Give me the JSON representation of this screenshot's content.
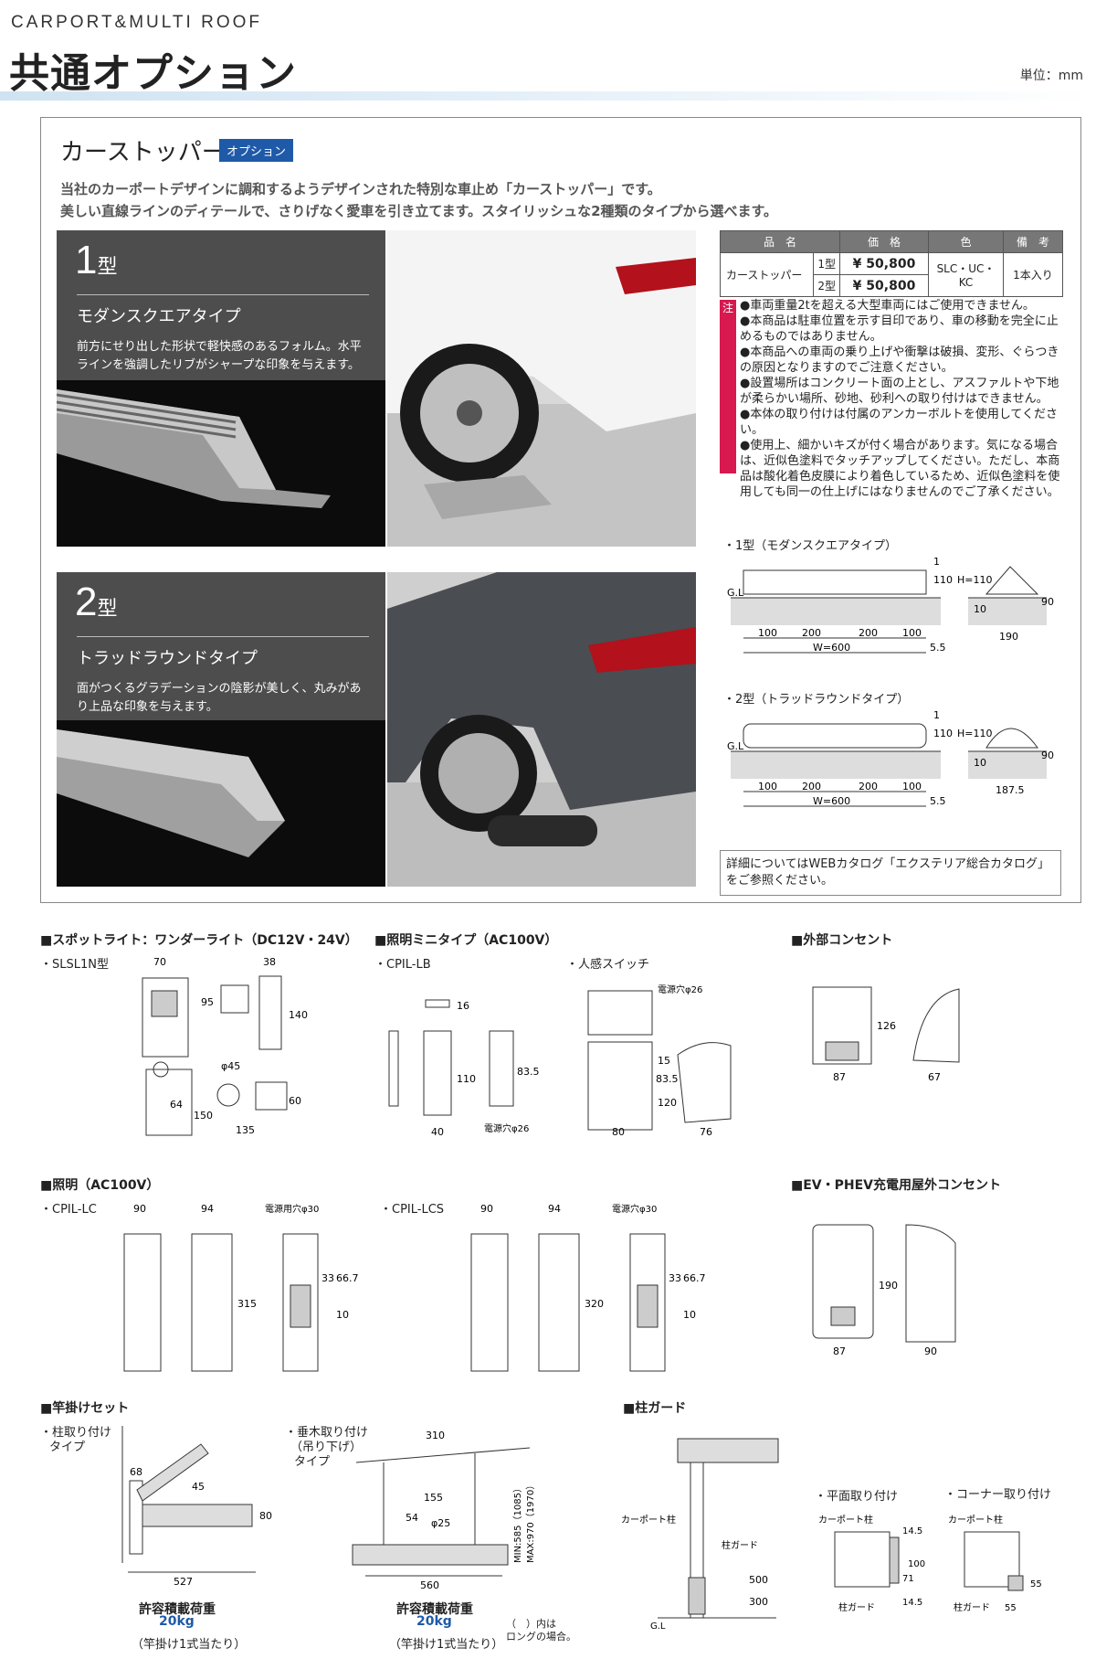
{
  "header": {
    "brand": "CARPORT&MULTI ROOF",
    "title": "共通オプション",
    "unit": "単位：mm"
  },
  "car_stopper": {
    "title": "カーストッパー",
    "badge": "オプション",
    "intro1": "当社のカーポートデザインに調和するようデザインされた特別な車止め「カーストッパー」です。",
    "intro2": "美しい直線ラインのディテールで、さりげなく愛車を引き立てます。スタイリッシュな2種類のタイプから選べます。",
    "type1": {
      "no": "1",
      "suffix": "型",
      "name": "モダンスクエアタイプ",
      "desc": "前方にせり出した形状で軽快感のあるフォルム。水平ラインを強調したリブがシャープな印象を与えます。"
    },
    "type2": {
      "no": "2",
      "suffix": "型",
      "name": "トラッドラウンドタイプ",
      "desc": "面がつくるグラデーションの陰影が美しく、丸みがあり上品な印象を与えます。"
    },
    "table": {
      "headers": [
        "品　名",
        "価　格",
        "色",
        "備　考"
      ],
      "product": "カーストッパー",
      "rows": [
        {
          "type": "1型",
          "price": "¥ 50,800"
        },
        {
          "type": "2型",
          "price": "¥ 50,800"
        }
      ],
      "color": "SLC・UC・KC",
      "note": "1本入り"
    },
    "notes_label": "注",
    "notes": [
      "●車両重量2tを超える大型車両にはご使用できません。",
      "●本商品は駐車位置を示す目印であり、車の移動を完全に止めるものではありません。",
      "●本商品への車両の乗り上げや衝撃は破損、変形、ぐらつきの原因となりますのでご注意ください。",
      "●設置場所はコンクリート面の上とし、アスファルトや下地が柔らかい場所、砂地、砂利への取り付けはできません。",
      "●本体の取り付けは付属のアンカーボルトを使用してください。",
      "●使用上、細かいキズが付く場合があります。気になる場合は、近似色塗料でタッチアップしてください。ただし、本商品は酸化着色皮膜により着色しているため、近似色塗料を使用しても同一の仕上げにはなりませんのでご了承ください。"
    ],
    "diagram1": {
      "title": "・1型（モダンスクエアタイプ）",
      "gl": "G.L",
      "d100a": "100",
      "d200a": "200",
      "d200b": "200",
      "d100b": "100",
      "w": "W=600",
      "t": "5.5",
      "h110": "110",
      "h1": "1",
      "hh": "H=110",
      "d10": "10",
      "d90": "90",
      "d190": "190"
    },
    "diagram2": {
      "title": "・2型（トラッドラウンドタイプ）",
      "gl": "G.L",
      "d100a": "100",
      "d200a": "200",
      "d200b": "200",
      "d100b": "100",
      "w": "W=600",
      "t": "5.5",
      "h110": "110",
      "h1": "1",
      "hh": "H=110",
      "d10": "10",
      "d90": "90",
      "d187": "187.5"
    },
    "detail": "詳細についてはWEBカタログ「エクステリア総合カタログ」をご参照ください。"
  },
  "spotlight": {
    "title": "■スポットライト：ワンダーライト（DC12V・24V）",
    "model": "・SLSL1N型",
    "d70": "70",
    "d38": "38",
    "d95": "95",
    "d140": "140",
    "d45": "φ45",
    "d64": "64",
    "d150": "150",
    "d60": "60",
    "d135": "135"
  },
  "mini": {
    "title": "■照明ミニタイプ（AC100V）",
    "model": "・CPIL-LB",
    "sensor": "・人感スイッチ",
    "d16": "16",
    "d110": "110",
    "d40": "40",
    "d835": "83.5",
    "hole1": "電源穴φ26",
    "hole2": "電源穴φ26",
    "d835b": "83.5",
    "d120": "120",
    "d15": "15",
    "d80": "80",
    "d76": "76"
  },
  "outlet": {
    "title": "■外部コンセント",
    "d126": "126",
    "d87": "87",
    "d67": "67"
  },
  "lighting": {
    "title": "■照明（AC100V）",
    "lc": "・CPIL-LC",
    "lcs": "・CPIL-LCS",
    "d90a": "90",
    "d94a": "94",
    "hole_a": "電源用穴φ30",
    "d315": "315",
    "d33a": "33",
    "d667a": "66.7",
    "d10a": "10",
    "d90b": "90",
    "d94b": "94",
    "hole_b": "電源穴φ30",
    "d320": "320",
    "d33b": "33",
    "d667b": "66.7",
    "d10b": "10"
  },
  "ev": {
    "title": "■EV・PHEV充電用屋外コンセント",
    "d190": "190",
    "d87": "87",
    "d90": "90"
  },
  "pole": {
    "title": "■竿掛けセット",
    "type1": "・柱取り付け",
    "type1b": "タイプ",
    "type2": "・垂木取り付け",
    "type2b": "（吊り下げ）",
    "type2c": "タイプ",
    "d68": "68",
    "d45": "45",
    "d80": "80",
    "d527": "527",
    "d310": "310",
    "d155": "155",
    "d54": "54",
    "d25": "φ25",
    "d560": "560",
    "min": "MIN:585（1085）",
    "max": "MAX:970（1970）",
    "load": "許容積載荷重",
    "kg": "20kg",
    "per": "（竿掛け1式当たり）",
    "paren": "（　）内は",
    "long": "ロングの場合。"
  },
  "guard": {
    "title": "■柱ガード",
    "post": "カーポート柱",
    "guard": "柱ガード",
    "d500": "500",
    "d300": "300",
    "gl": "G.L",
    "flat": "・平面取り付け",
    "corner": "・コーナー取り付け",
    "post2": "カーポート柱",
    "post3": "カーポート柱",
    "guard2": "柱ガード",
    "guard3": "柱ガード",
    "d145a": "14.5",
    "d100": "100",
    "d71": "71",
    "d145b": "14.5",
    "d55a": "55",
    "d55b": "55"
  }
}
